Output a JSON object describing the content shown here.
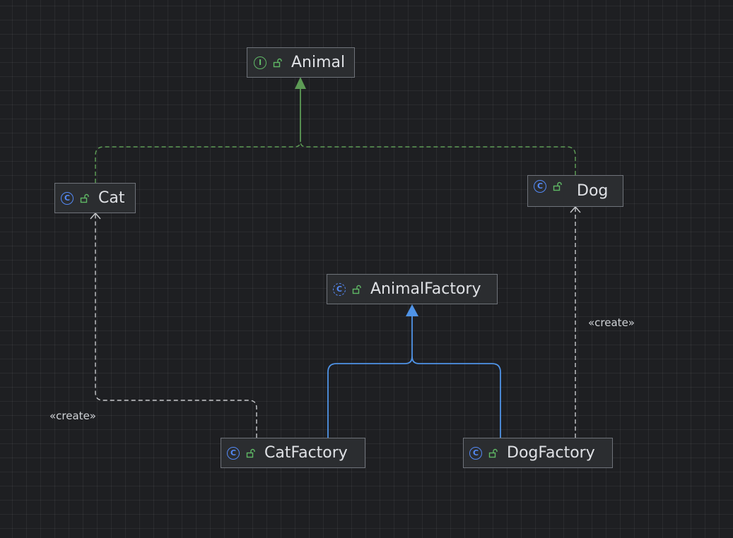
{
  "colors": {
    "background": "#1e1f22",
    "node_fill": "#2b2d30",
    "node_border": "#6f737a",
    "realization": "#5d9b55",
    "inheritance": "#4f93e6",
    "dependency": "#c8cacd",
    "class_icon": "#548af7",
    "interface_icon": "#5fb865"
  },
  "nodes": {
    "animal": {
      "name": "Animal",
      "kind": "interface",
      "kind_letter": "I",
      "icon": "interface-icon"
    },
    "cat": {
      "name": "Cat",
      "kind": "class",
      "kind_letter": "C",
      "icon": "class-icon"
    },
    "dog": {
      "name": "Dog",
      "kind": "class",
      "kind_letter": "C",
      "icon": "class-icon"
    },
    "animal_factory": {
      "name": "AnimalFactory",
      "kind": "abstract-class",
      "kind_letter": "C",
      "icon": "abstract-class-icon"
    },
    "cat_factory": {
      "name": "CatFactory",
      "kind": "class",
      "kind_letter": "C",
      "icon": "class-icon"
    },
    "dog_factory": {
      "name": "DogFactory",
      "kind": "class",
      "kind_letter": "C",
      "icon": "class-icon"
    }
  },
  "edge_labels": {
    "create_cat": "«create»",
    "create_dog": "«create»"
  },
  "edges": [
    {
      "from": "Cat",
      "to": "Animal",
      "type": "realization"
    },
    {
      "from": "Dog",
      "to": "Animal",
      "type": "realization"
    },
    {
      "from": "CatFactory",
      "to": "AnimalFactory",
      "type": "inheritance"
    },
    {
      "from": "DogFactory",
      "to": "AnimalFactory",
      "type": "inheritance"
    },
    {
      "from": "CatFactory",
      "to": "Cat",
      "type": "dependency",
      "label": "«create»"
    },
    {
      "from": "DogFactory",
      "to": "Dog",
      "type": "dependency",
      "label": "«create»"
    }
  ]
}
